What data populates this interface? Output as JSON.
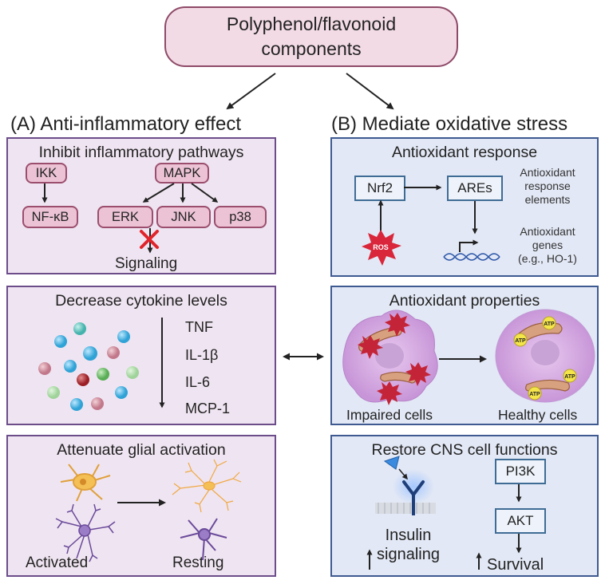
{
  "top": {
    "title": "Polyphenol/flavonoid\ncomponents"
  },
  "colA": {
    "heading": "(A) Anti-inflammatory effect",
    "panel1": {
      "title": "Inhibit inflammatory pathways",
      "ikk": "IKK",
      "nfkb": "NF-κB",
      "mapk": "MAPK",
      "erk": "ERK",
      "jnk": "JNK",
      "p38": "p38",
      "signaling": "Signaling"
    },
    "panel2": {
      "title": "Decrease cytokine levels",
      "tnf": "TNF",
      "il1b": "IL-1β",
      "il6": "IL-6",
      "mcp1": "MCP-1"
    },
    "panel3": {
      "title": "Attenuate glial activation",
      "activated": "Activated",
      "resting": "Resting"
    }
  },
  "colB": {
    "heading": "(B) Mediate oxidative stress",
    "panel1": {
      "title": "Antioxidant response",
      "nrf2": "Nrf2",
      "ares": "AREs",
      "ares_desc_1": "Antioxidant",
      "ares_desc_2": "response",
      "ares_desc_3": "elements",
      "genes_1": "Antioxidant",
      "genes_2": "genes",
      "genes_3": "(e.g., HO-1)",
      "ros": "ROS"
    },
    "panel2": {
      "title": "Antioxidant properties",
      "impaired": "Impaired cells",
      "healthy": "Healthy cells",
      "ros": "ROS",
      "atp": "ATP"
    },
    "panel3": {
      "title": "Restore CNS cell functions",
      "pi3k": "PI3K",
      "akt": "AKT",
      "insulin_1": "Insulin",
      "insulin_2": "signaling",
      "survival": "Survival"
    }
  },
  "colors": {
    "panel_a": "#efe4f1",
    "panel_b": "#e2e8f5",
    "pill": "#ecc3d5",
    "inhibit": "#e0242b"
  },
  "icons": [
    "red-x-icon",
    "ros-burst-icon",
    "dna-icon",
    "receptor-icon",
    "ligand-icon",
    "mitochondria-icon",
    "neuron-icon",
    "microglia-icon",
    "cytokine-sphere-icon"
  ]
}
